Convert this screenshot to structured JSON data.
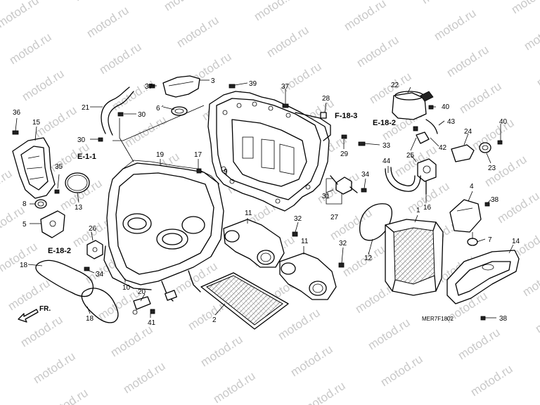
{
  "watermark": "motod.ru",
  "diagram_code": "MER7F1802",
  "front_label": "FR.",
  "refs": {
    "e11": "E-1-1",
    "e182_left": "E-18-2",
    "e182_right": "E-18-2",
    "f183": "F-18-3"
  },
  "callouts": {
    "n1": "1",
    "n2": "2",
    "n3": "3",
    "n4": "4",
    "n5": "5",
    "n6": "6",
    "n7": "7",
    "n8": "8",
    "n9": "9",
    "n10": "10",
    "n11a": "11",
    "n11b": "11",
    "n12": "12",
    "n13": "13",
    "n14": "14",
    "n15": "15",
    "n16": "16",
    "n17": "17",
    "n18a": "18",
    "n18b": "18",
    "n19": "19",
    "n20": "20",
    "n21": "21",
    "n22": "22",
    "n23": "23",
    "n24": "24",
    "n25": "25",
    "n26": "26",
    "n27": "27",
    "n28": "28",
    "n29": "29",
    "n30a": "30",
    "n30b": "30",
    "n31": "31",
    "n32a": "32",
    "n32b": "32",
    "n33": "33",
    "n34a": "34",
    "n34b": "34",
    "n35": "35",
    "n36": "36",
    "n37a": "37",
    "n37b": "37",
    "n38a": "38",
    "n38b": "38",
    "n39": "39",
    "n40a": "40",
    "n40b": "40",
    "n41": "41",
    "n42": "42",
    "n43": "43",
    "n44": "44"
  }
}
